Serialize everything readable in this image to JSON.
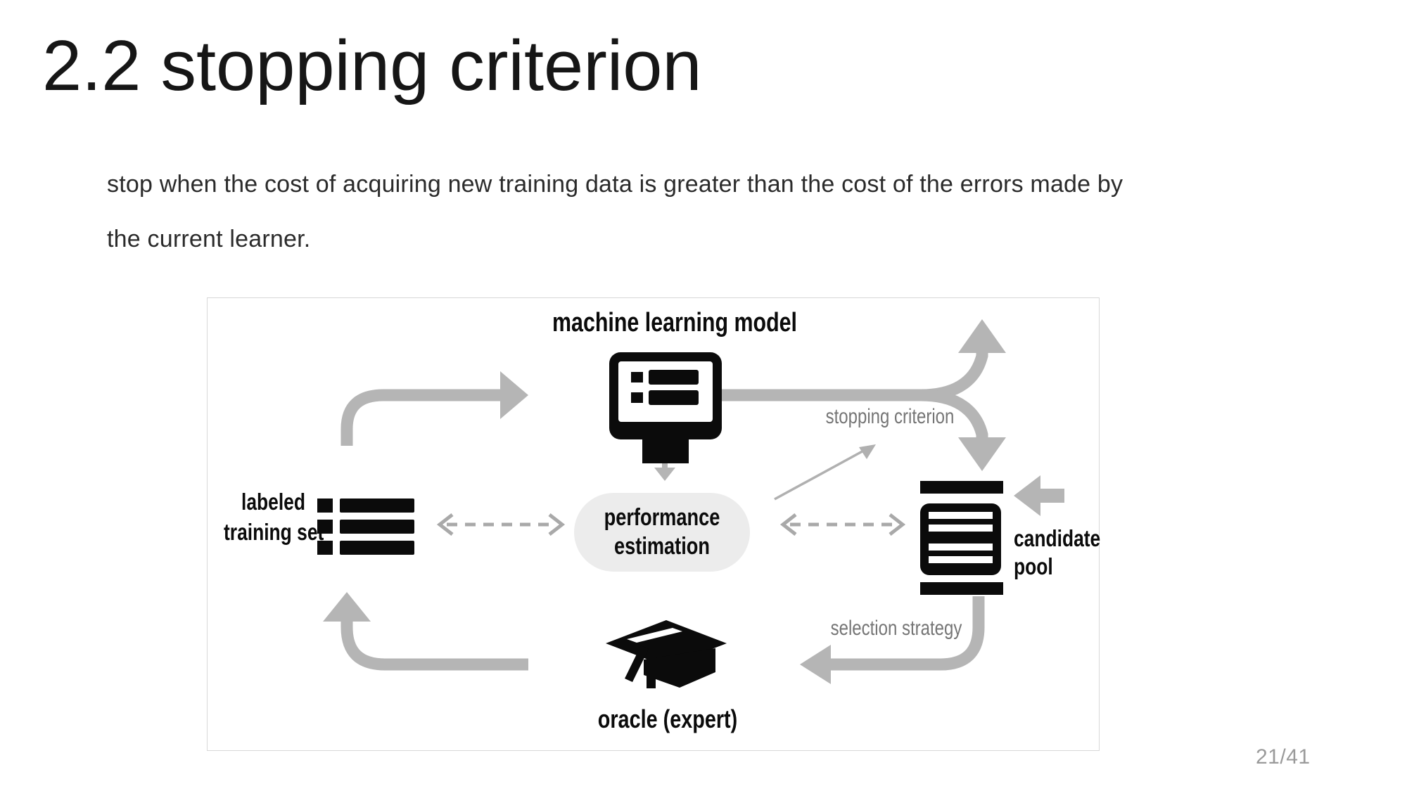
{
  "slide": {
    "title": "2.2 stopping criterion",
    "body_lines": [
      "stop when the cost of acquiring new training data is greater than the cost of the errors made by",
      "the current learner."
    ],
    "page_number": "21/41"
  },
  "diagram": {
    "machine_learning_model_label": "machine learning model",
    "labeled_training_set_lines": [
      "labeled",
      "training set"
    ],
    "performance_estimation_lines": [
      "performance",
      "estimation"
    ],
    "candidate_pool_lines": [
      "candidate",
      "pool"
    ],
    "oracle_label": "oracle (expert)",
    "stopping_criterion_label": "stopping criterion",
    "selection_strategy_label": "selection strategy",
    "colors": {
      "arrow_gray": "#b5b5b5",
      "dashed_arrow_gray": "#a9a9a9",
      "edge_label_gray": "#757575",
      "icon_black": "#0b0b0b",
      "pill_fill": "#ececec",
      "box_border": "#d8d8d8",
      "page_number_gray": "#9a9a9a"
    }
  }
}
